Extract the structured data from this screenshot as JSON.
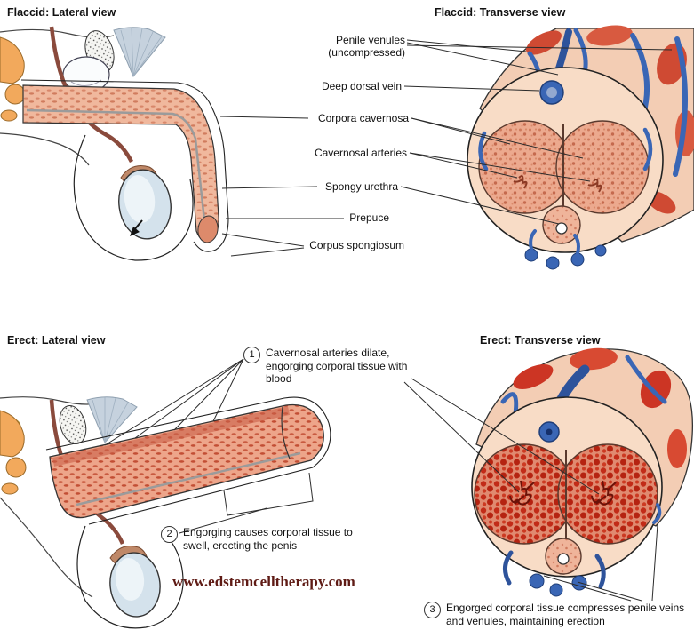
{
  "panels": {
    "flaccid_lateral": {
      "title": "Flaccid: Lateral view"
    },
    "flaccid_transverse": {
      "title": "Flaccid: Transverse view"
    },
    "erect_lateral": {
      "title": "Erect: Lateral view"
    },
    "erect_transverse": {
      "title": "Erect: Transverse view"
    }
  },
  "labels": {
    "penile_venules": "Penile venules (uncompressed)",
    "deep_dorsal_vein": "Deep dorsal vein",
    "corpora_cavernosa": "Corpora cavernosa",
    "cavernosal_arteries": "Cavernosal arteries",
    "spongy_urethra": "Spongy urethra",
    "prepuce": "Prepuce",
    "corpus_spongiosum": "Corpus spongiosum"
  },
  "steps": [
    {
      "number": "1",
      "text": "Cavernosal arteries dilate, engorging corporal tissue with blood"
    },
    {
      "number": "2",
      "text": "Engorging causes corporal tissue to swell, erecting the penis"
    },
    {
      "number": "3",
      "text": "Engorged corporal tissue compresses penile veins and venules, maintaining erection"
    }
  ],
  "watermark": "www.edstemcelltherapy.com",
  "colors": {
    "skin": "#f3cdb4",
    "tissue": "#eca98e",
    "blood": "#c22b18",
    "vein": "#3a66b5",
    "artery": "#8b3a24",
    "bone": "#f2a95c",
    "fat": "#f7d879",
    "testis": "#d4e2ec",
    "outline": "#222222",
    "watermark": "#5f1b15"
  }
}
